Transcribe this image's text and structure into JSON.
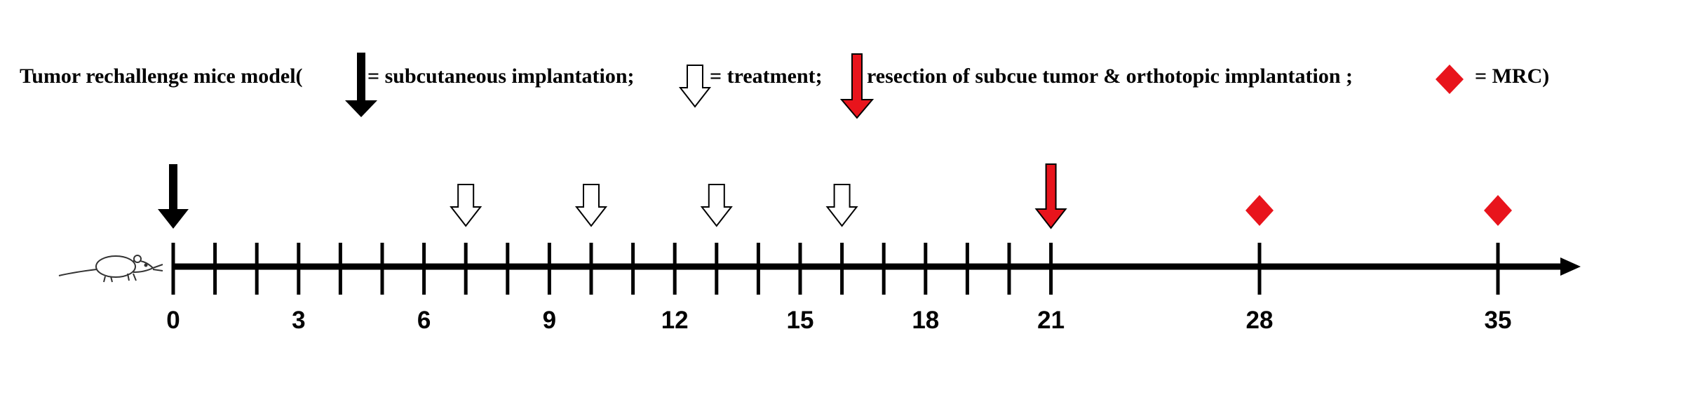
{
  "legend": {
    "prefix": "Tumor rechallenge mice model(",
    "implantation_label": "= subcutaneous implantation;",
    "treatment_label": "= treatment;",
    "resection_label": "resection of  subcue tumor & orthotopic implantation  ;",
    "mrc_label": "= MRC)"
  },
  "timeline": {
    "icons": [
      "mouse-icon"
    ],
    "tick_days": [
      0,
      1,
      2,
      3,
      4,
      5,
      6,
      7,
      8,
      9,
      10,
      11,
      12,
      13,
      14,
      15,
      16,
      17,
      18,
      19,
      20,
      21,
      28,
      35
    ],
    "day_labels": [
      "0",
      "3",
      "6",
      "9",
      "12",
      "15",
      "18",
      "21",
      "28",
      "35"
    ],
    "events": {
      "implantation_days": [
        0
      ],
      "treatment_days": [
        7,
        10,
        13,
        16
      ],
      "resection_days": [
        21
      ],
      "mrc_days": [
        28,
        35
      ]
    }
  },
  "colors": {
    "line": "#000000",
    "implantation": "#000000",
    "treatment_fill": "#ffffff",
    "resection": "#e8141c",
    "mrc": "#e8141c"
  }
}
